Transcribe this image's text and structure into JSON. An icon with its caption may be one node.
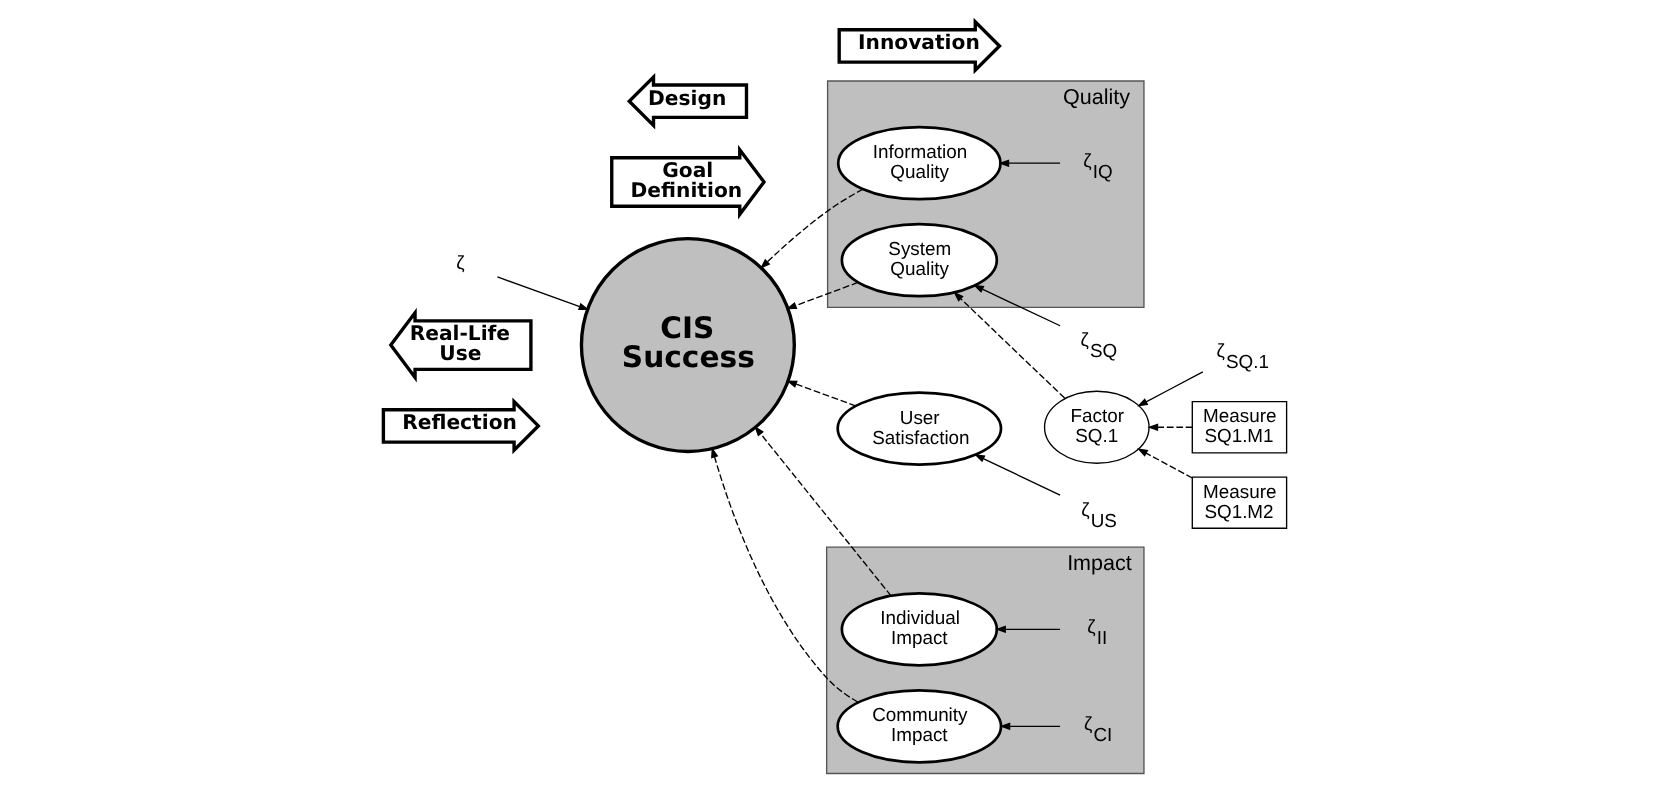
{
  "diagram": {
    "nodes": [
      {
        "text": [
          "Goal Definition"
        ]
      },
      {
        "text": [
          "Innovation"
        ]
      },
      {
        "text": [
          "Design"
        ]
      },
      {
        "text": [
          "Real-Life Use"
        ]
      },
      {
        "text": [
          "Reflection"
        ]
      },
      {
        "text": [
          "CIS Success"
        ]
      },
      {
        "text": [
          "ζ"
        ]
      },
      {
        "text": [
          "Quality"
        ]
      },
      {
        "text": [
          "ζ$_{SQ}$"
        ]
      },
      {
        "text": [
          "System Quality"
        ],
        "in": 7
      },
      {
        "text": [
          "ζ$_{IQ}$"
        ],
        "in": 7
      },
      {
        "text": [
          "Information Quality"
        ],
        "in": 7
      },
      {
        "text": [
          "ζ$_{SQ.1}$"
        ]
      },
      {
        "text": [
          "Factor SQ.1"
        ]
      },
      {
        "text": [
          "Measure SQ1.M1"
        ]
      },
      {
        "text": [
          "Measure SQ1.M2"
        ]
      },
      {
        "text": [
          "ζ$_{US}$"
        ]
      },
      {
        "text": [
          "User Satisfaction"
        ]
      },
      {
        "text": [
          "Impact"
        ]
      },
      {
        "text": [
          "ζ$_{II}$"
        ],
        "in": 18
      },
      {
        "text": [
          "Individual Impact"
        ],
        "in": 18
      },
      {
        "text": [
          "ζ$_{CI}$"
        ],
        "in": 18
      },
      {
        "text": [
          "Community Impact"
        ],
        "in": 18
      }
    ],
    "edges": [
      {
        "from": 6,
        "to": 5,
        "arrow": "to"
      },
      {
        "from": 9,
        "to": 5,
        "arrow": "to",
        "style": "dashed"
      },
      {
        "from": 11,
        "to": 5,
        "arrow": "to",
        "style": "dashed"
      },
      {
        "from": 17,
        "to": 5,
        "arrow": "to",
        "style": "dashed"
      },
      {
        "from": 20,
        "to": 5,
        "arrow": "to",
        "style": "dashed"
      },
      {
        "from": 22,
        "to": 5,
        "arrow": "to",
        "style": "dashed"
      },
      {
        "from": 8,
        "to": 9,
        "arrow": "to"
      },
      {
        "from": 10,
        "to": 11,
        "arrow": "to"
      },
      {
        "from": 13,
        "to": 9,
        "arrow": "to",
        "style": "dashed"
      },
      {
        "from": 12,
        "to": 13,
        "arrow": "to"
      },
      {
        "from": 14,
        "to": 13,
        "arrow": "to",
        "style": "dashed"
      },
      {
        "from": 15,
        "to": 13,
        "arrow": "to",
        "style": "dashed"
      },
      {
        "from": 16,
        "to": 17,
        "arrow": "to"
      },
      {
        "from": 19,
        "to": 20,
        "arrow": "to"
      },
      {
        "from": 21,
        "to": 22,
        "arrow": "to"
      }
    ]
  }
}
